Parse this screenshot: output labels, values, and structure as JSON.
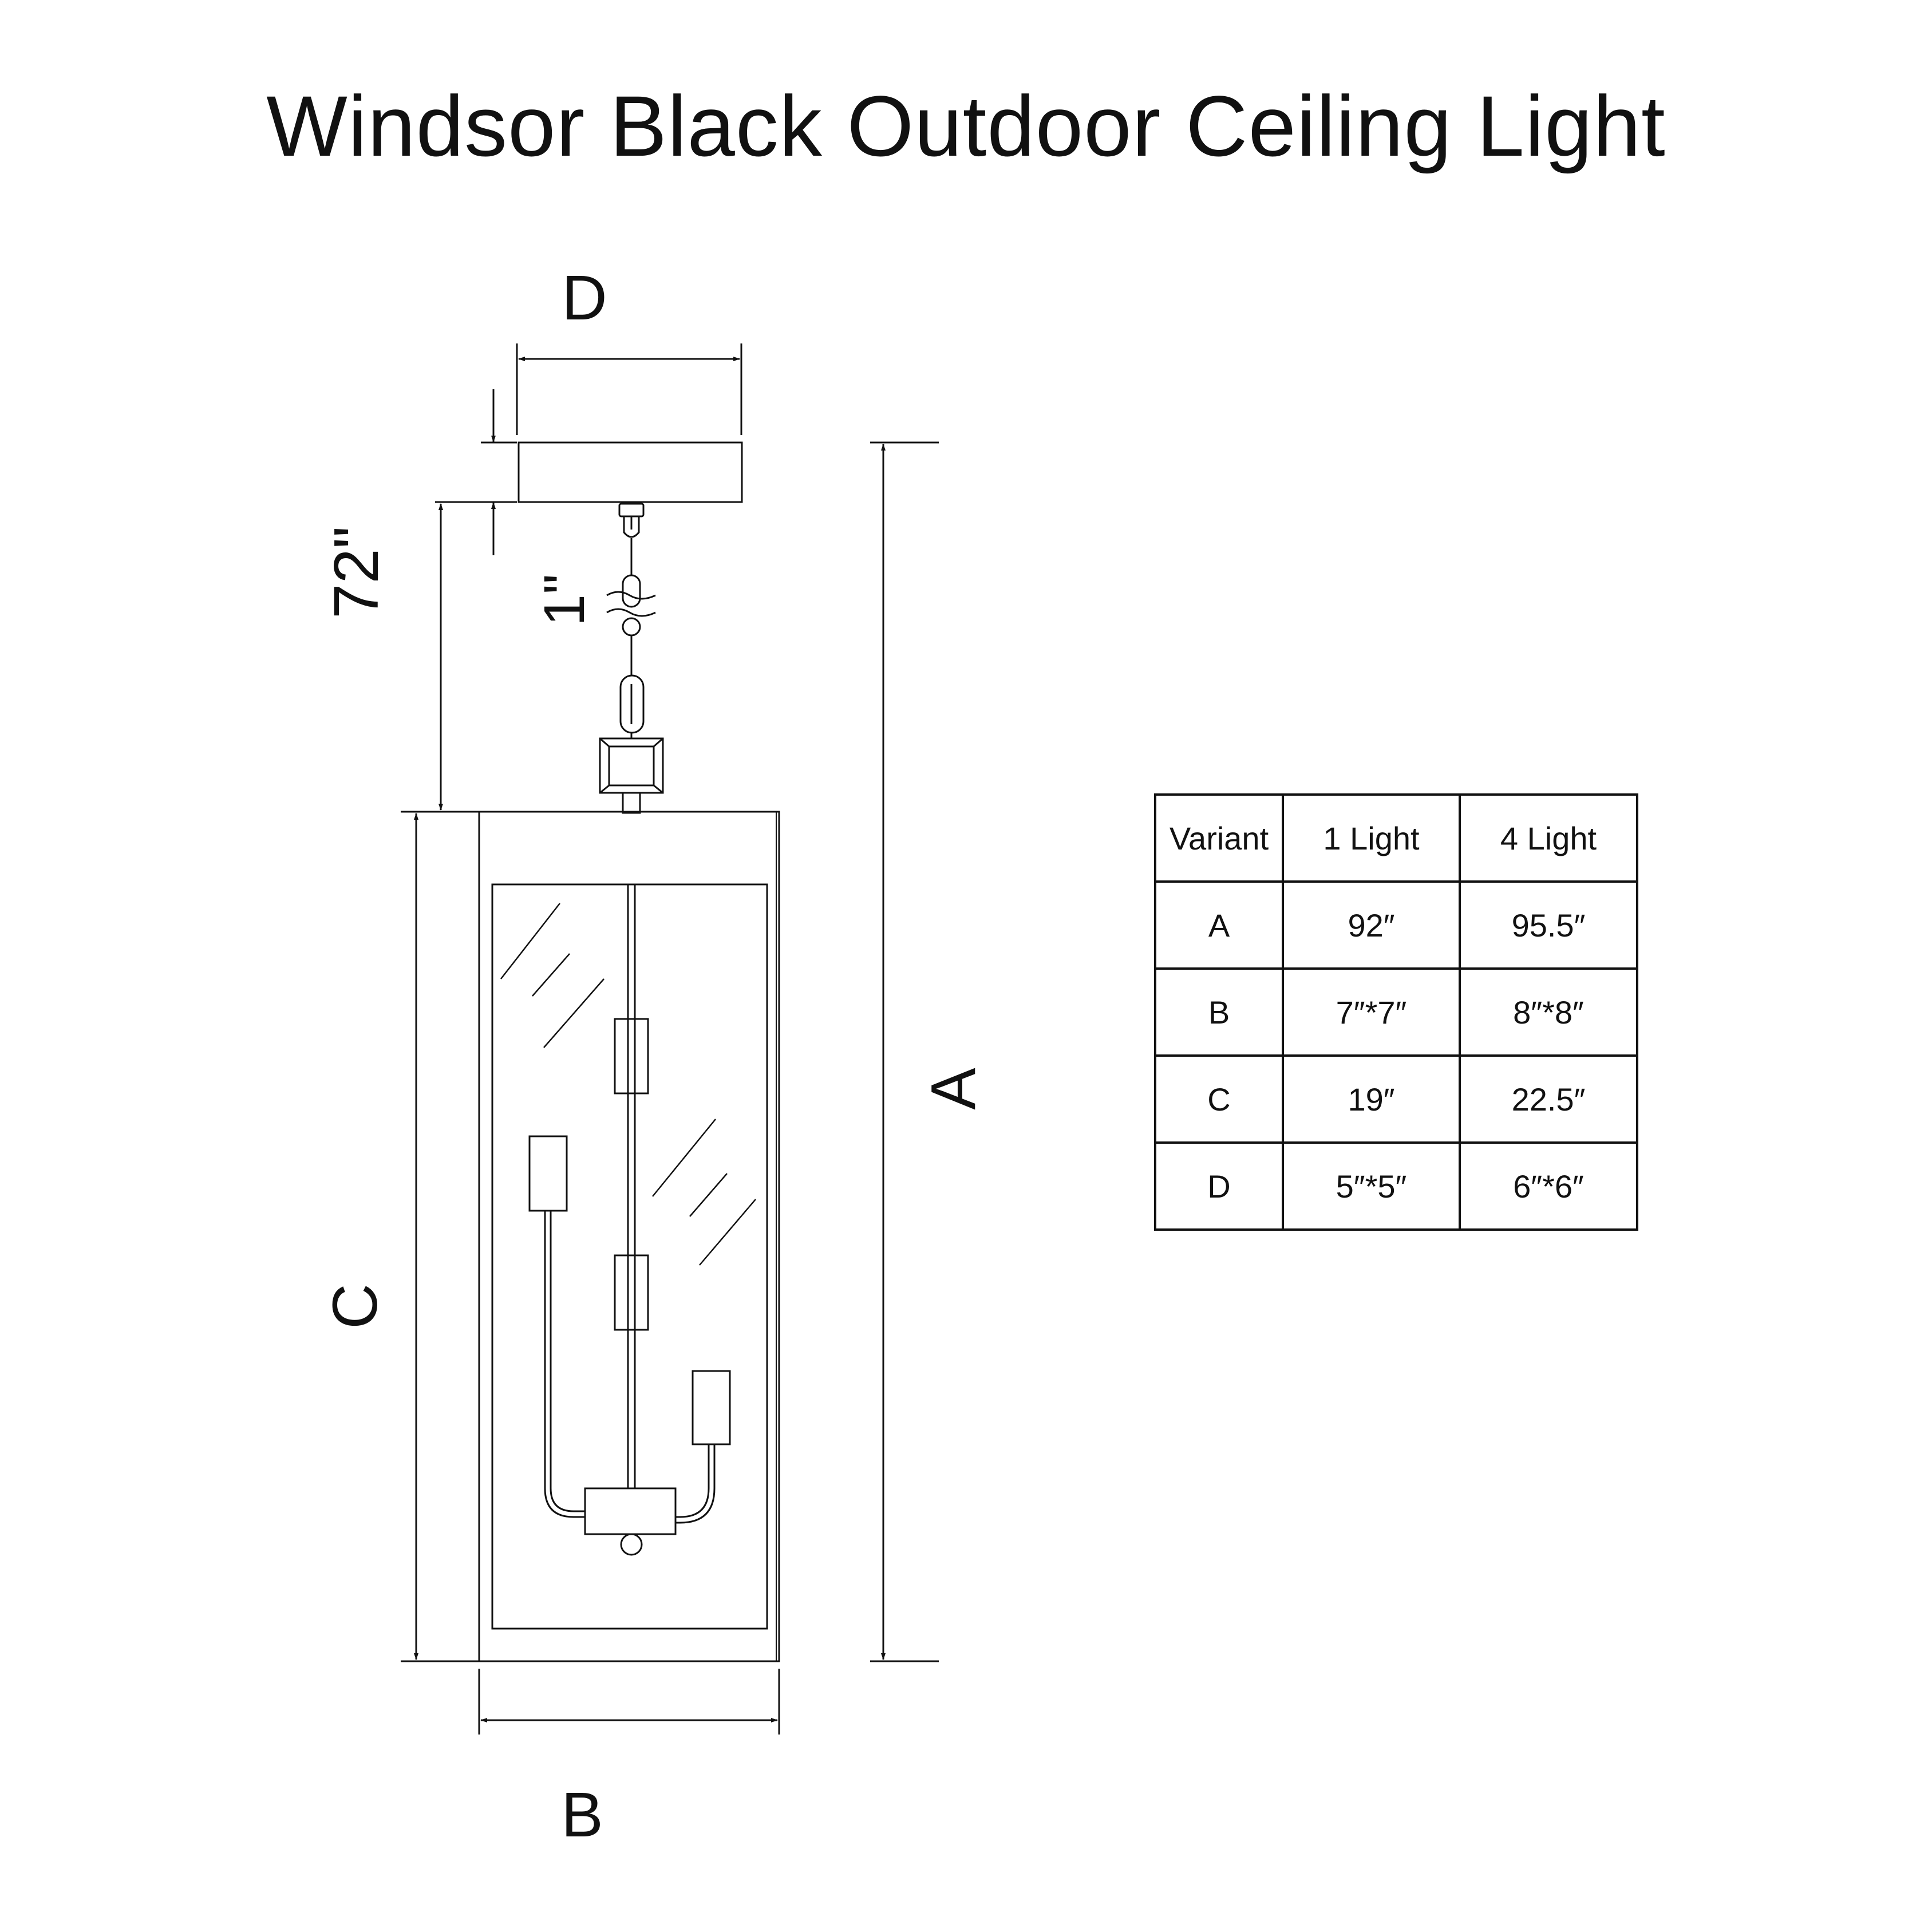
{
  "title": "Windsor Black Outdoor Ceiling Light",
  "labels": {
    "a": "A",
    "b": "B",
    "c": "C",
    "d": "D",
    "chain_length": "72\"",
    "gap": "1\""
  },
  "table": {
    "header": [
      "Variant",
      "1 Light",
      "4 Light"
    ],
    "rows": [
      [
        "A",
        "92″",
        "95.5″"
      ],
      [
        "B",
        "7″*7″",
        "8″*8″"
      ],
      [
        "C",
        "19″",
        "22.5″"
      ],
      [
        "D",
        "5″*5″",
        "6″*6″"
      ]
    ]
  }
}
